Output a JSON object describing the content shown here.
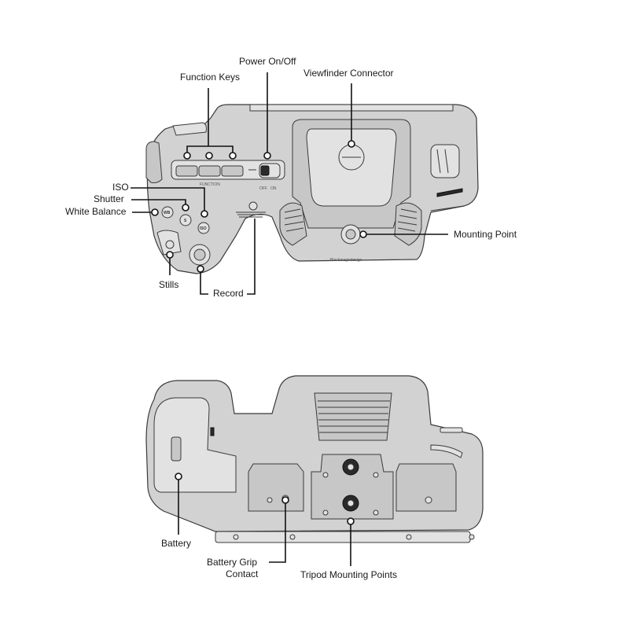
{
  "top_view": {
    "labels": {
      "power": "Power On/Off",
      "function_keys": "Function Keys",
      "viewfinder": "Viewfinder Connector",
      "iso": "ISO",
      "shutter": "Shutter",
      "white_balance": "White Balance",
      "mounting_point": "Mounting Point",
      "stills": "Stills",
      "record": "Record"
    },
    "printed": {
      "function": "FUNCTION",
      "off": "OFF",
      "on": "ON",
      "wb_button": "WB",
      "s_button": "S",
      "iso_button": "ISO",
      "brand": "Blackmagicdesign"
    }
  },
  "bottom_view": {
    "labels": {
      "battery": "Battery",
      "grip_contact_line1": "Battery Grip",
      "grip_contact_line2": "Contact",
      "tripod": "Tripod Mounting Points"
    }
  }
}
